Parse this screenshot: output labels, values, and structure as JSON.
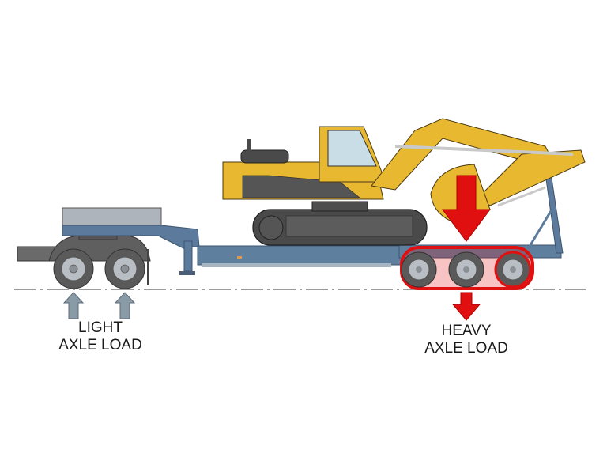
{
  "diagram": {
    "subject": "Lowboy trailer transporting excavator — axle load distribution",
    "colors": {
      "excavator_yellow": "#E8B830",
      "excavator_dark": "#4A4A4A",
      "trailer_blue": "#5B7A9C",
      "trailer_light": "#A7B4C2",
      "tractor_gray": "#6B6B6B",
      "tire": "#555555",
      "heavy_red": "#E01010",
      "light_arrow": "#8A9BA8",
      "ground_line": "#777777"
    },
    "labels": {
      "light": {
        "line1": "LIGHT",
        "line2": "AXLE LOAD"
      },
      "heavy": {
        "line1": "HEAVY",
        "line2": "AXLE LOAD"
      }
    },
    "components": [
      {
        "name": "tractor-unit",
        "axles": 2
      },
      {
        "name": "gooseneck-deck"
      },
      {
        "name": "lowboy-deck"
      },
      {
        "name": "excavator"
      },
      {
        "name": "rear-bogie",
        "axles": 3,
        "highlighted": true
      }
    ]
  }
}
